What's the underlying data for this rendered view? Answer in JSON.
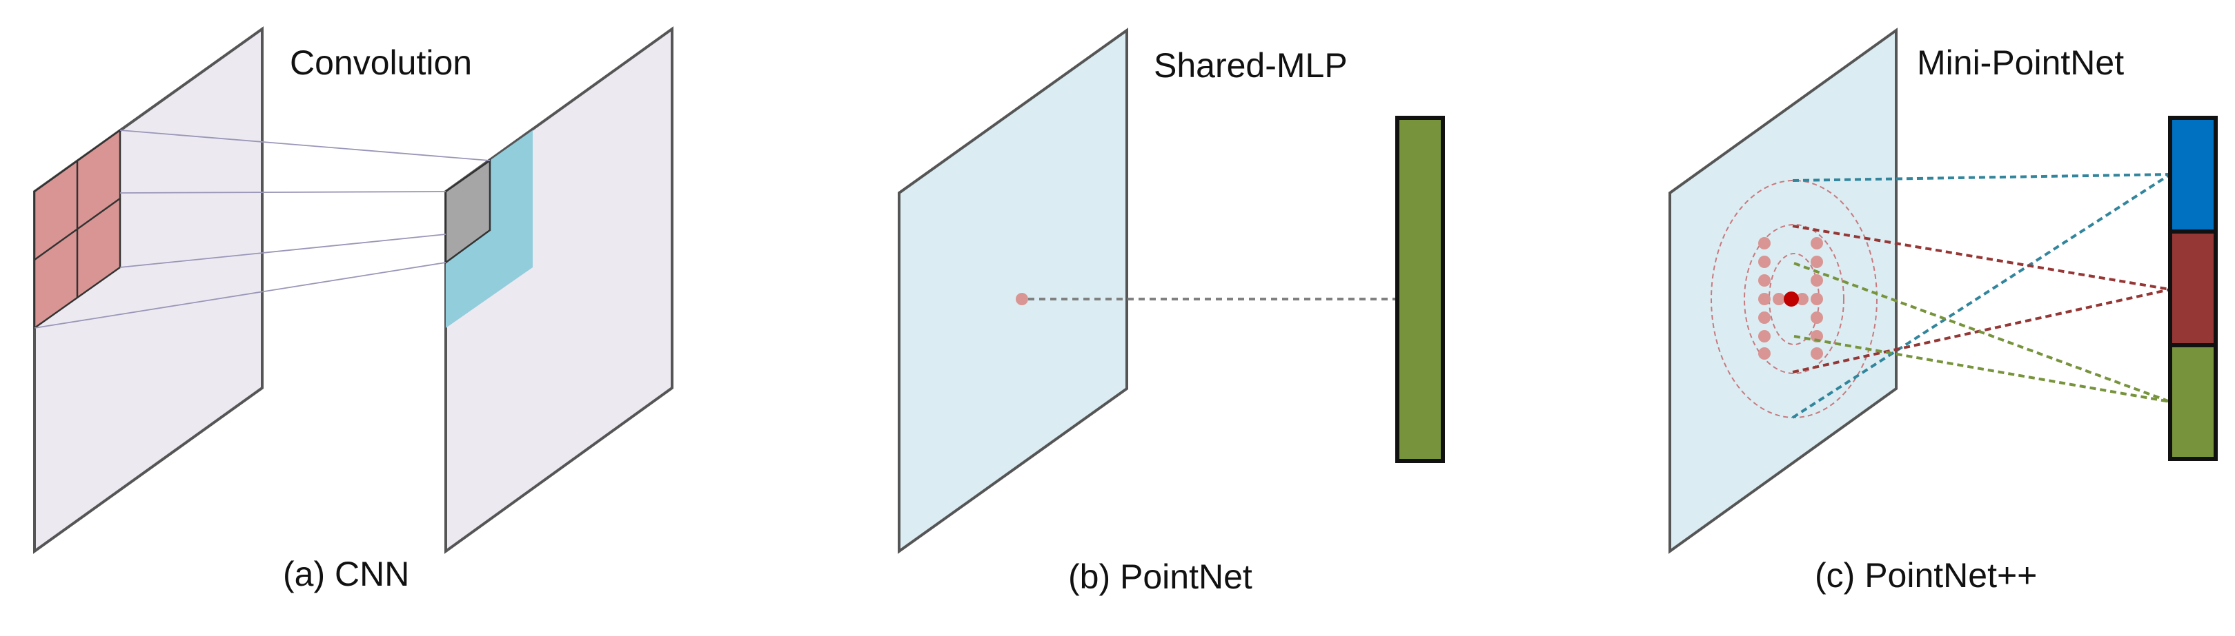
{
  "labels": {
    "convolution": "Convolution",
    "shared_mlp": "Shared-MLP",
    "mini_pointnet": "Mini-PointNet",
    "cnn_caption": "(a) CNN",
    "pointnet_caption": "(b) PointNet",
    "pointnet_pp_caption": "(c) PointNet++"
  },
  "colors": {
    "plane_lavender": "#ece9f1",
    "plane_lightblue": "#dbedf2",
    "plane_edge": "#555555",
    "kernel_red": "#d99593",
    "output_cyan": "#92cddc",
    "output_gray": "#a6a6a6",
    "feature_green": "#77933c",
    "feature_blue": "#0070c0",
    "feature_red": "#953735",
    "point_pink": "#d99593",
    "point_center": "#c00000",
    "dash_gray": "#808080",
    "dash_teal": "#31859c",
    "dash_red": "#953735",
    "dash_green": "#77933c"
  },
  "icons": [
    "input-plane",
    "output-plane",
    "feature-vector",
    "sample-point",
    "ball-query-ring"
  ]
}
